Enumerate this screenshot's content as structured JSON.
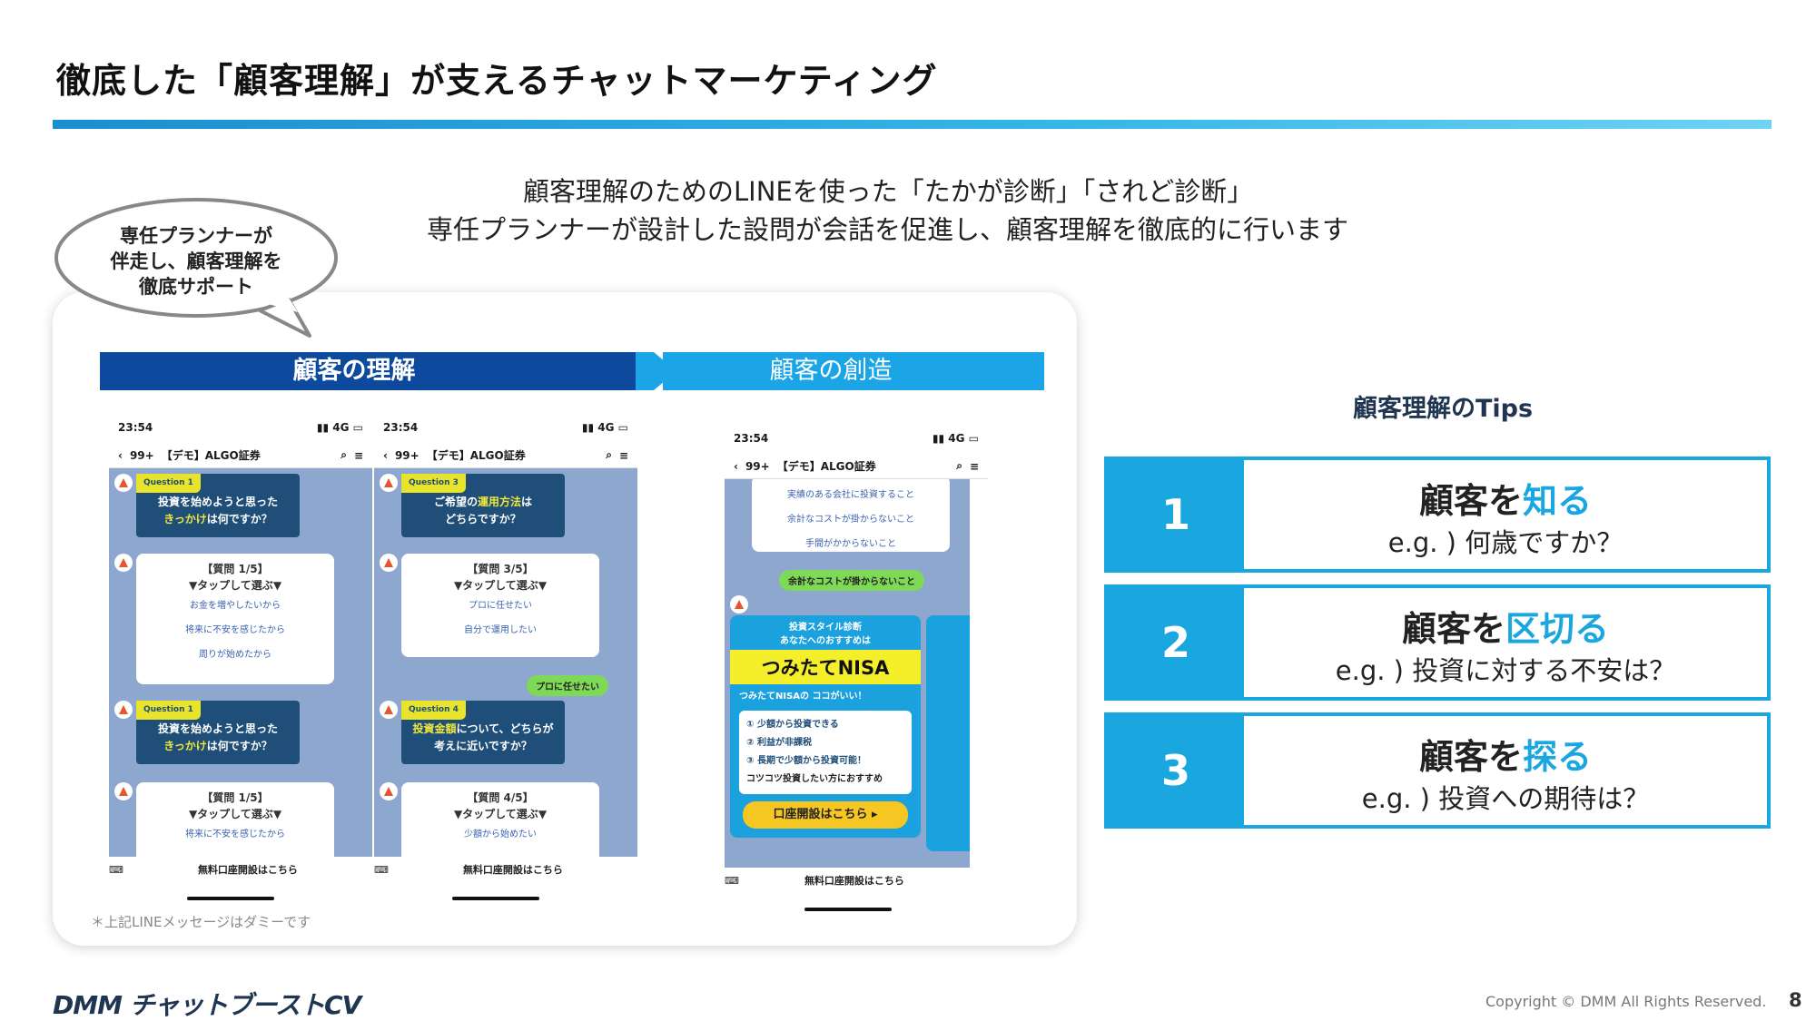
{
  "title": "徹底した「顧客理解」が支えるチャットマーケティング",
  "subtitle_line1": "顧客理解のためのLINEを使った「たかが診断」「されど診断」",
  "subtitle_line2": "専任プランナーが設計した設問が会話を促進し、顧客理解を徹底的に行います",
  "bubble": {
    "line1": "専任プランナーが",
    "line2": "伴走し、顧客理解を",
    "line3": "徹底サポート"
  },
  "flow": {
    "stage1": "顧客の理解",
    "stage2": "顧客の創造"
  },
  "phones": {
    "time": "23:54",
    "back": "99+",
    "account": "【デモ】ALGO証券",
    "footer": "無料口座開設はこちら",
    "p1": {
      "q1_tag": "Question 1",
      "q1_pre": "投資を始めようと思った",
      "q1_hl": "きっかけ",
      "q1_post": "は何ですか？",
      "a1_head": "【質問 1/5】",
      "a1_sub": "タップして選ぶ",
      "a1_opts": [
        "お金を増やしたいから",
        "将来に不安を感じたから",
        "周りが始めたから"
      ],
      "q2_tag": "Question 1",
      "a2_head": "【質問 1/5】",
      "a2_opt": "将来に不安を感じたから"
    },
    "p2": {
      "q1_tag": "Question 3",
      "q1_pre": "ご希望の",
      "q1_hl": "運用方法",
      "q1_post": "は",
      "q1_line2": "どちらですか？",
      "a1_head": "【質問 3/5】",
      "a1_sub": "タップして選ぶ",
      "a1_opts": [
        "プロに任せたい",
        "自分で運用したい"
      ],
      "reply": "プロに任せたい",
      "q2_tag": "Question 4",
      "q2_hl": "投資金額",
      "q2_post": "について、どちらが",
      "q2_line2": "考えに近いですか？",
      "a2_head": "【質問 4/5】",
      "a2_sub": "タップして選ぶ",
      "a2_opt": "少額から始めたい"
    },
    "p3": {
      "opts": [
        "実績のある会社に投資すること",
        "余計なコストが掛からないこと",
        "手間がかからないこと"
      ],
      "reply": "余計なコストが掛からないこと",
      "card_top1": "投資スタイル診断",
      "card_top2": "あなたへのおすすめは",
      "banner": "つみたてNISA",
      "point": "つみたてNISAの ココがいい！",
      "list": [
        "少額から投資できる",
        "利益が非課税",
        "長期で少額から投資可能！"
      ],
      "list_note": "コツコツ投資したい方におすすめ",
      "cta": "口座開設はこちら"
    }
  },
  "footnote": "＊上記LINEメッセージはダミーです",
  "tips": {
    "heading": "顧客理解のTips",
    "items": [
      {
        "num": "1",
        "pre": "顧客を",
        "hl": "知る",
        "example": "e.g. ) 何歳ですか？"
      },
      {
        "num": "2",
        "pre": "顧客を",
        "hl": "区切る",
        "example": "e.g. ) 投資に対する不安は？"
      },
      {
        "num": "3",
        "pre": "顧客を",
        "hl": "探る",
        "example": "e.g. ) 投資への期待は？"
      }
    ]
  },
  "logo": "DMM チャットブーストCV",
  "copyright": "Copyright © DMM All Rights Reserved.",
  "page_number": "8",
  "colors": {
    "accent": "#1aa6df",
    "navy": "#0d4a9e",
    "sky": "#1ba5e6"
  }
}
